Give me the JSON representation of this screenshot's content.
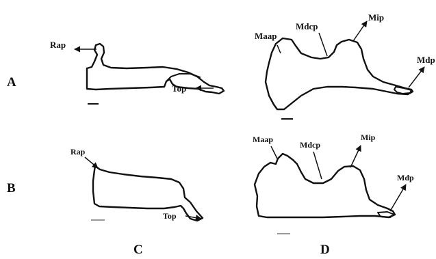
{
  "row_labels": {
    "top": "A",
    "bottom": "B"
  },
  "column_labels": {
    "left": "C",
    "right": "D"
  },
  "panel_a": {
    "anterior_label": "Rap",
    "posterior_label": "Top"
  },
  "panel_b": {
    "anterior_label": "Maap",
    "middle_label": "Mdcp",
    "apex_label": "Mip",
    "posterior_label": "Mdp"
  },
  "panel_c": {
    "anterior_label": "Rap",
    "posterior_label": "Top"
  },
  "panel_d": {
    "anterior_label": "Maap",
    "middle_label": "Mdcp",
    "apex_label": "Mip",
    "posterior_label": "Mdp"
  }
}
